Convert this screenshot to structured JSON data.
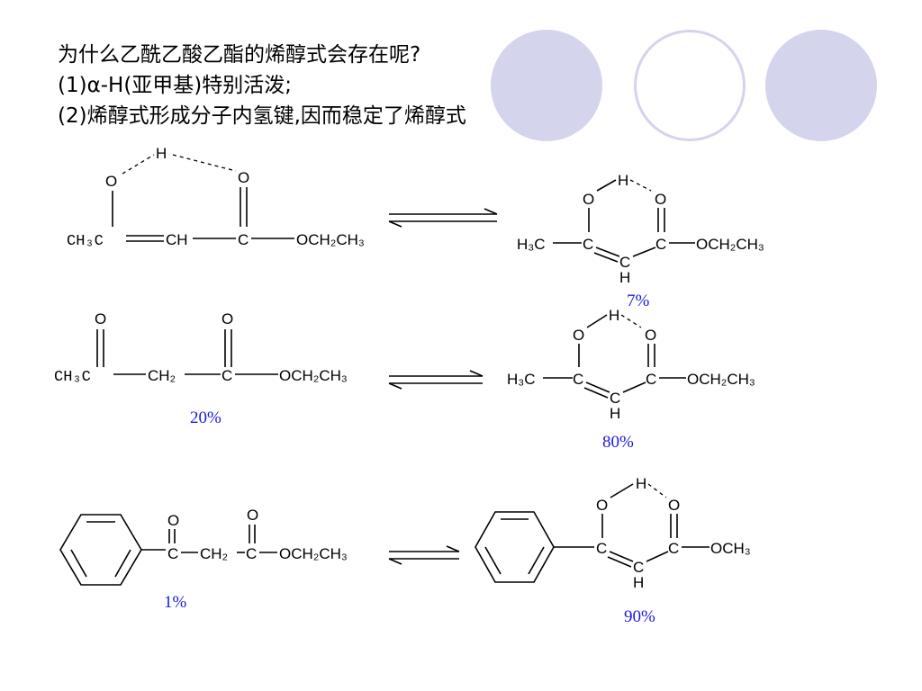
{
  "heading": {
    "question": "为什么乙酰乙酸乙酯的烯醇式会存在呢?",
    "reason_1": "(1)α-H(亚甲基)特别活泼;",
    "reason_2": "(2)烯醇式形成分子内氢键,因而稳定了烯醇式"
  },
  "colors": {
    "decor": "#d4d4ec",
    "percent": "#1a1adc",
    "text": "#000000"
  },
  "atoms": {
    "H": "H",
    "O": "O",
    "C": "C",
    "CH": "CH",
    "CH3C": "CH₃C",
    "H3C": "H₃C",
    "CH2": "CH₂",
    "OCH2CH3": "OCH₂CH₃",
    "OCH3": "OCH₃"
  },
  "percentages": {
    "row1_enol": "7%",
    "row2_keto": "20%",
    "row2_enol": "80%",
    "row3_keto": "1%",
    "row3_enol": "90%"
  },
  "icons": {
    "equilibrium": "equilibrium-arrow-icon",
    "phenyl": "benzene-ring-icon"
  }
}
